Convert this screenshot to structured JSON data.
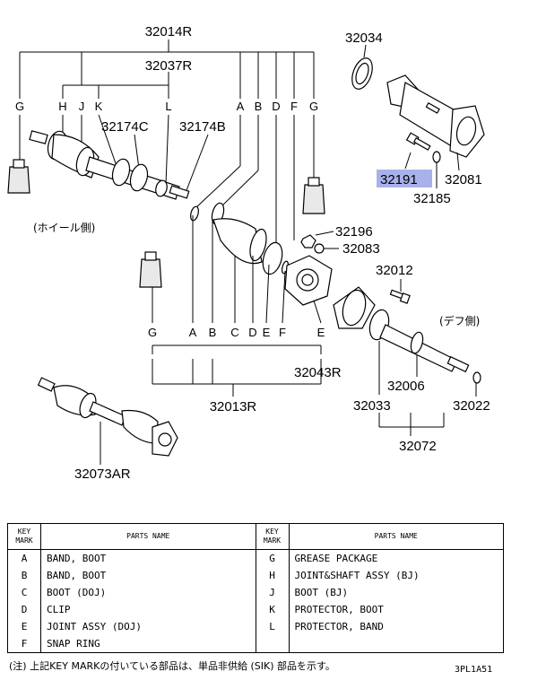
{
  "diagram": {
    "part_numbers": {
      "p32014R": "32014R",
      "p32037R": "32037R",
      "p32174C": "32174C",
      "p32174B": "32174B",
      "p32034": "32034",
      "p32191": "32191",
      "p32081": "32081",
      "p32185": "32185",
      "p32196": "32196",
      "p32083": "32083",
      "p32012": "32012",
      "p32043R": "32043R",
      "p32006": "32006",
      "p32033": "32033",
      "p32022": "32022",
      "p32013R": "32013R",
      "p32072": "32072",
      "p32073AR": "32073AR"
    },
    "side_labels": {
      "wheel_side": "(ホイール側)",
      "diff_side": "(デフ側)"
    },
    "key_letters_top": [
      "G",
      "H",
      "J",
      "K",
      "L",
      "A",
      "B",
      "D",
      "F",
      "G"
    ],
    "key_letters_bottom": [
      "G",
      "A",
      "B",
      "C",
      "D",
      "E",
      "F",
      "E"
    ],
    "highlight_color": "#9aa3e8"
  },
  "legend": {
    "header_key": [
      "KEY",
      "MARK"
    ],
    "header_name": "PARTS NAME",
    "left": [
      {
        "key": "A",
        "name": "BAND, BOOT"
      },
      {
        "key": "B",
        "name": "BAND, BOOT"
      },
      {
        "key": "C",
        "name": "BOOT (DOJ)"
      },
      {
        "key": "D",
        "name": "CLIP"
      },
      {
        "key": "E",
        "name": "JOINT ASSY (DOJ)"
      },
      {
        "key": "F",
        "name": "SNAP RING"
      }
    ],
    "right": [
      {
        "key": "G",
        "name": "GREASE PACKAGE"
      },
      {
        "key": "H",
        "name": "JOINT&SHAFT ASSY (BJ)"
      },
      {
        "key": "J",
        "name": "BOOT (BJ)"
      },
      {
        "key": "K",
        "name": "PROTECTOR, BOOT"
      },
      {
        "key": "L",
        "name": "PROTECTOR, BAND"
      },
      {
        "key": "",
        "name": ""
      }
    ]
  },
  "footnote": "(注) 上記KEY MARKの付いている部品は、単品非供給 (SIK) 部品を示す。",
  "diagram_code": "3PL1A51"
}
